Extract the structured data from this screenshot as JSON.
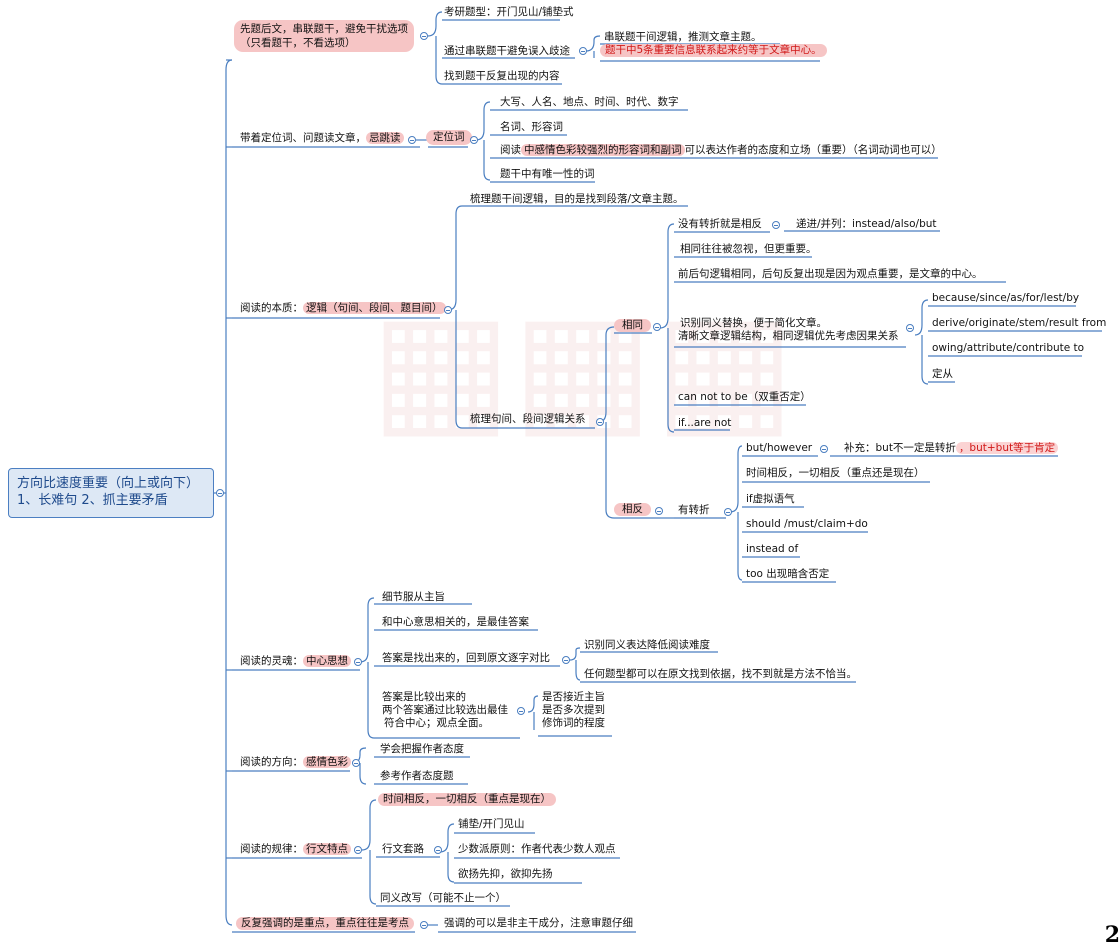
{
  "root": {
    "line1": "方向比速度重要（向上或向下）",
    "line2": "1、长难句 2、抓主要矛盾"
  },
  "branch1": {
    "label_line1": "先题后文，串联题干，避免干扰选项",
    "label_line2": "（只看题干，不看选项）",
    "children": [
      "考研题型：开门见山/铺垫式",
      "通过串联题干避免误入歧途",
      "找到题干反复出现的内容"
    ],
    "sub": {
      "line1": "串联题干间逻辑，推测文章主题。",
      "line2": "题干中5条重要信息联系起来约等于文章中心。"
    }
  },
  "branch2": {
    "label_pre": "带着定位词、问题读文章，",
    "label_mark": "忌跳读",
    "key": "定位词",
    "children": [
      "大写、人名、地点、时间、时代、数字",
      "名词、形容词",
      "题干中有唯一性的词"
    ],
    "read_pre": "阅读",
    "read_mark": "中感情色彩较强烈的形容词和副词",
    "read_post": "可以表达作者的态度和立场（重要）（名词动词也可以）"
  },
  "branch3": {
    "label_pre": "阅读的本质：",
    "label_mark": "逻辑（句间、段间、题目间）",
    "child1": "梳理题干间逻辑，目的是找到段落/文章主题。",
    "child2": "梳理句间、段间逻辑关系",
    "same": {
      "label": "相同",
      "items": [
        "没有转折就是相反",
        "相同往往被忽视，但更重要。",
        "前后句逻辑相同，后句反复出现是因为观点重要，是文章的中心。",
        "can not to be（双重否定）",
        "if...are not"
      ],
      "note": "递进/并列：instead/also/but",
      "syn_line1": "识别同义替换，便于简化文章。",
      "syn_line2": "清晰文章逻辑结构，相同逻辑优先考虑因果关系",
      "cause": [
        "because/since/as/for/lest/by",
        "derive/originate/stem/result from",
        "owing/attribute/contribute to",
        "定从"
      ]
    },
    "opposite": {
      "label": "相反",
      "turn": "有转折",
      "items": [
        "but/however",
        "时间相反，一切相反（重点还是现在）",
        "if虚拟语气",
        "should /must/claim+do",
        "instead of",
        "too 出现暗含否定"
      ],
      "supp_pre": "补充：but不一定是转折",
      "supp_mark": "，but+but等于肯定"
    }
  },
  "branch4": {
    "label_pre": "阅读的灵魂：",
    "label_mark": "中心思想",
    "children": [
      "细节服从主旨",
      "和中心意思相关的，是最佳答案",
      "答案是找出来的，回到原文逐字对比"
    ],
    "sub1": [
      "识别同义表达降低阅读难度",
      "任何题型都可以在原文找到依据，找不到就是方法不恰当。"
    ],
    "compare": [
      "答案是比较出来的",
      "两个答案通过比较选出最佳",
      "符合中心；观点全面。"
    ],
    "criteria": [
      "是否接近主旨",
      "是否多次提到",
      "修饰词的程度"
    ]
  },
  "branch5": {
    "label_pre": "阅读的方向：",
    "label_mark": "感情色彩",
    "children": [
      "学会把握作者态度",
      "参考作者态度题"
    ]
  },
  "branch6": {
    "label_pre": "阅读的规律：",
    "label_mark": "行文特点",
    "c1": "时间相反，一切相反（重点是现在）",
    "c2": "行文套路",
    "c3": "同义改写（可能不止一个）",
    "routines": [
      "铺垫/开门见山",
      "少数派原则：作者代表少数人观点",
      "欲扬先抑，欲抑先扬"
    ]
  },
  "branch7": {
    "label": "反复强调的是重点，重点往往是考点",
    "child": "强调的可以是非主干成分，注意审题仔细"
  },
  "page_number": "2",
  "colors": {
    "line": "#4a7ec0",
    "highlight": "#f6c5c5",
    "accent_red": "#d01818",
    "root_fill": "#dde8f5"
  }
}
